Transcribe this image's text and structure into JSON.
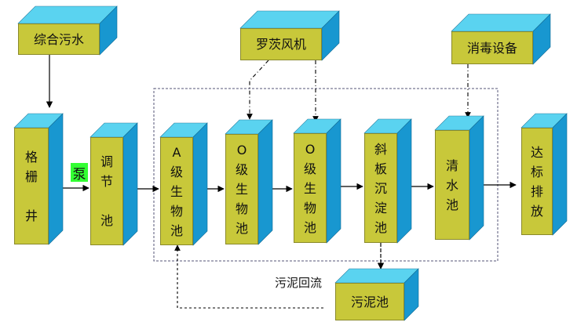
{
  "colors": {
    "front": "#c8c83a",
    "top": "#5ad3f0",
    "side": "#1897d0",
    "pump": "#33ff33",
    "line": "#000000"
  },
  "inputs": {
    "wastewater": "综合污水",
    "blower": "罗茨风机",
    "disinfection": "消毒设备"
  },
  "tanks": {
    "screen": [
      "格",
      "栅",
      "",
      "井"
    ],
    "equalization": [
      "调",
      "节",
      "",
      "池"
    ],
    "anoxic": [
      "A",
      "级",
      "生",
      "物",
      "池"
    ],
    "oxic_1": [
      "O",
      "级",
      "生",
      "物",
      "池"
    ],
    "oxic_2": [
      "O",
      "级",
      "生",
      "物",
      "池"
    ],
    "settler": [
      "斜",
      "板",
      "沉",
      "淀",
      "池"
    ],
    "clear_water": [
      "清",
      "水",
      "池"
    ],
    "discharge": [
      "达",
      "标",
      "排",
      "放"
    ],
    "sludge": "污泥池"
  },
  "pump": "泵",
  "sludge_return": "污泥回流"
}
